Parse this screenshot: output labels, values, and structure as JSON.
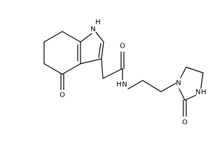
{
  "molecule": {
    "atoms": {
      "o_ketone": "O",
      "nh_indole": "H",
      "n_indole": "N",
      "o_amide": "O",
      "n_amide": "N",
      "h_amide": "H",
      "n_imid_1": "N",
      "o_imid": "O",
      "n_imid_3": "N",
      "h_imid_3": "H"
    }
  }
}
